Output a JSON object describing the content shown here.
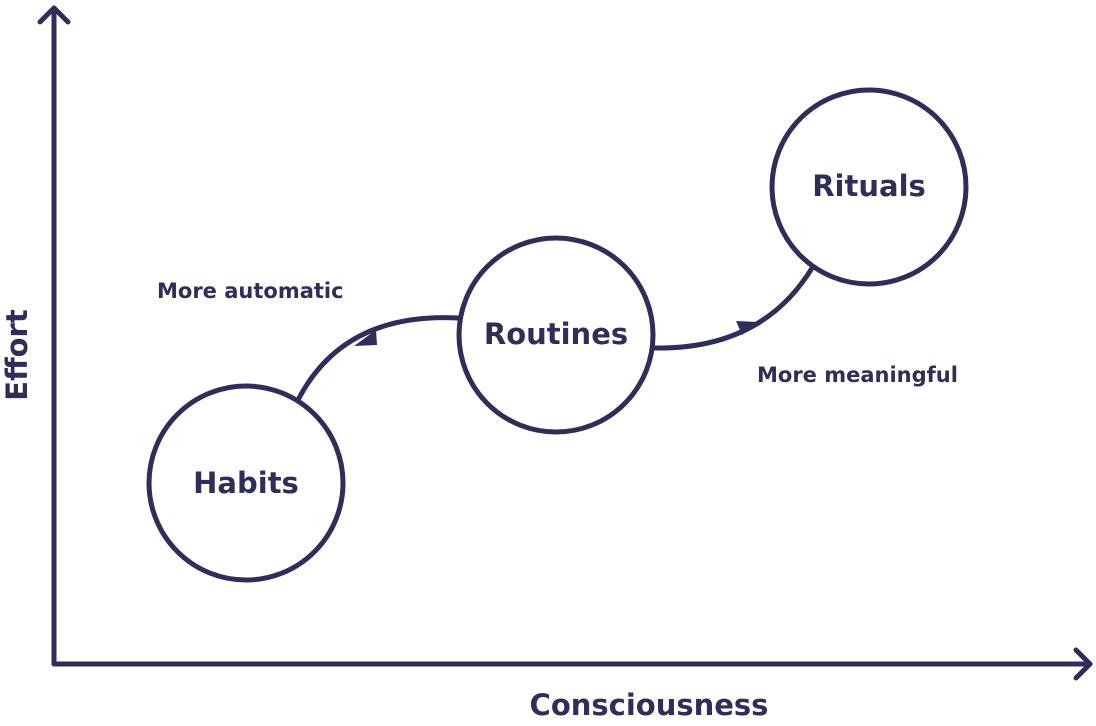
{
  "colors": {
    "ink": "#2f2e5a",
    "background": "#ffffff"
  },
  "axes": {
    "x_label": "Consciousness",
    "y_label": "Effort"
  },
  "nodes": {
    "habits": "Habits",
    "routines": "Routines",
    "rituals": "Rituals"
  },
  "annotations": {
    "more_automatic": "More automatic",
    "more_meaningful": "More meaningful"
  },
  "arrows": {
    "routines_to_habits": "arrow-left",
    "routines_to_rituals": "arrow-right"
  }
}
